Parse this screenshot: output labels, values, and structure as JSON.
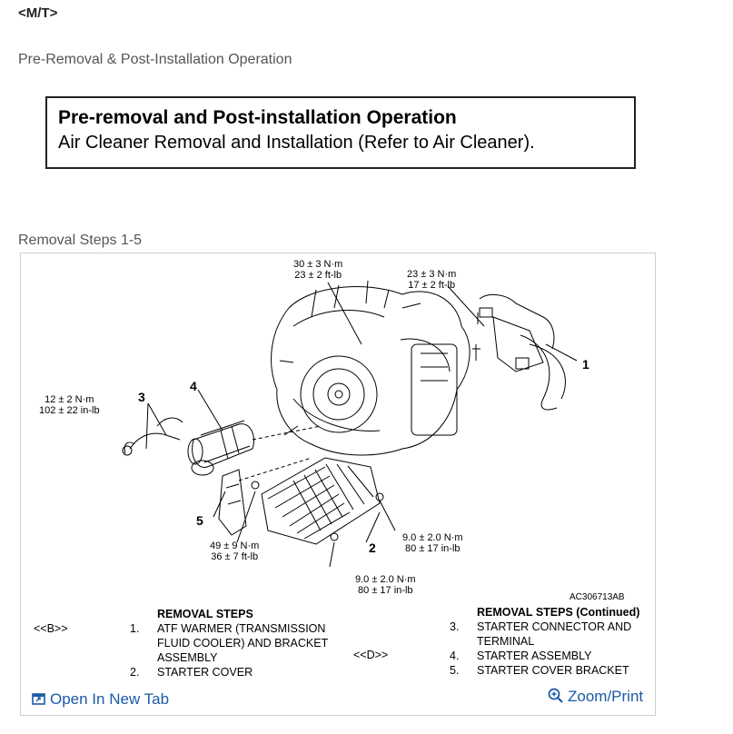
{
  "header": {
    "mt_label": "<M/T>"
  },
  "sections": {
    "pre_removal_heading": "Pre-Removal & Post-Installation Operation",
    "removal_steps_heading": "Removal Steps 1-5"
  },
  "pre_box": {
    "title": "Pre-removal and Post-installation Operation",
    "line_prefix": "Air Cleaner Removal and Installation (Refer to ",
    "line_link": "Air Cleaner",
    "line_suffix": ")."
  },
  "figure": {
    "torque_top_nm": "30 ± 3 N·m",
    "torque_top_ftlb": "23 ± 2 ft-lb",
    "torque_right_nm": "23 ± 3 N·m",
    "torque_right_ftlb": "17 ± 2 ft-lb",
    "torque_left_nm": "12 ± 2 N·m",
    "torque_left_inlb": "102 ± 22 in-lb",
    "torque_bottom_left_nm": "49 ± 9 N·m",
    "torque_bottom_left_ftlb": "36 ± 7 ft-lb",
    "torque_bottom_right_nm": "9.0 ± 2.0 N·m",
    "torque_bottom_right_inlb": "80 ± 17 in-lb",
    "torque_bottom_mid_nm": "9.0 ± 2.0 N·m",
    "torque_bottom_mid_inlb": "80 ± 17 in-lb",
    "callouts": [
      "1",
      "2",
      "3",
      "4",
      "5"
    ],
    "figure_code": "AC306713AB"
  },
  "steps": {
    "left_title": "REMOVAL STEPS",
    "left_marker": "<<B>>",
    "left_items": [
      {
        "num": "1.",
        "lines": [
          "ATF WARMER (TRANSMISSION",
          "FLUID COOLER) AND BRACKET",
          "ASSEMBLY"
        ]
      },
      {
        "num": "2.",
        "lines": [
          "STARTER COVER"
        ]
      }
    ],
    "right_title": "REMOVAL STEPS (Continued)",
    "right_marker": "<<D>>",
    "right_items": [
      {
        "num": "3.",
        "lines": [
          "STARTER CONNECTOR AND",
          "TERMINAL"
        ]
      },
      {
        "num": "4.",
        "lines": [
          "STARTER ASSEMBLY"
        ]
      },
      {
        "num": "5.",
        "lines": [
          "STARTER COVER BRACKET"
        ]
      }
    ]
  },
  "footer": {
    "open_new_tab": "Open In New Tab",
    "zoom_print": "Zoom/Print",
    "link_color": "#1a5aa6"
  }
}
